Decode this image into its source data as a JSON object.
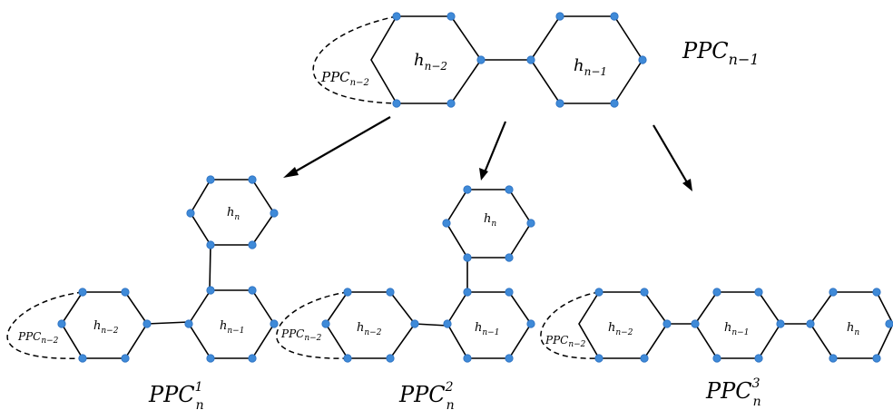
{
  "labels": {
    "top_title": {
      "main": "PPC",
      "sub": "n−1"
    },
    "top_left_cluster": {
      "main": "PPC",
      "sub": "n−2"
    },
    "top_hex_left": {
      "main": "h",
      "sub": "n−2"
    },
    "top_hex_right": {
      "main": "h",
      "sub": "n−1"
    },
    "c1_cluster": {
      "main": "PPC",
      "sub": "n−2"
    },
    "c1_hex_a": {
      "main": "h",
      "sub": "n−2"
    },
    "c1_hex_b": {
      "main": "h",
      "sub": "n−1"
    },
    "c1_hex_top": {
      "main": "h",
      "sub": "n"
    },
    "c1_title": {
      "main": "PPC",
      "sup": "1",
      "sub": "n"
    },
    "c2_cluster": {
      "main": "PPC",
      "sub": "n−2"
    },
    "c2_hex_a": {
      "main": "h",
      "sub": "n−2"
    },
    "c2_hex_b": {
      "main": "h",
      "sub": "n−1"
    },
    "c2_hex_top": {
      "main": "h",
      "sub": "n"
    },
    "c2_title": {
      "main": "PPC",
      "sup": "2",
      "sub": "n"
    },
    "c3_cluster": {
      "main": "PPC",
      "sub": "n−2"
    },
    "c3_hex_a": {
      "main": "h",
      "sub": "n−2"
    },
    "c3_hex_b": {
      "main": "h",
      "sub": "n−1"
    },
    "c3_hex_c": {
      "main": "h",
      "sub": "n"
    },
    "c3_title": {
      "main": "PPC",
      "sup": "3",
      "sub": "n"
    }
  },
  "colors": {
    "node": "#3f8ad8",
    "edge": "#000000"
  }
}
